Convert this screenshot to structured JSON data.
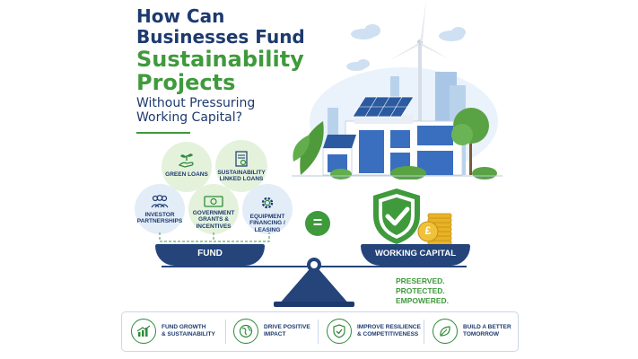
{
  "title": {
    "line1": "How Can",
    "line2": "Businesses Fund",
    "line3": "Sustainability",
    "line4": "Projects",
    "line5": "Without Pressuring",
    "line6": "Working Capital?"
  },
  "options": [
    {
      "label_line1": "GREEN LOANS",
      "label_line2": "",
      "icon": "plant-hand-icon"
    },
    {
      "label_line1": "SUSTAINABILITY",
      "label_line2": "LINKED LOANS",
      "icon": "document-icon"
    },
    {
      "label_line1": "INVESTOR",
      "label_line2": "PARTNERSHIPS",
      "icon": "people-icon"
    },
    {
      "label_line1": "GOVERNMENT",
      "label_line2": "GRANTS &",
      "label_line3": "INCENTIVES",
      "icon": "money-icon"
    },
    {
      "label_line1": "EQUIPMENT",
      "label_line2": "FINANCING /",
      "label_line3": "LEASING",
      "icon": "gear-icon"
    }
  ],
  "scale": {
    "left_label": "FUND",
    "right_label": "WORKING CAPITAL",
    "equals": "=",
    "currency_symbol": "£"
  },
  "tagline": {
    "line1": "PRESERVED.",
    "line2": "PROTECTED.",
    "line3": "EMPOWERED."
  },
  "benefits": [
    {
      "line1": "FUND GROWTH",
      "line2": "& SUSTAINABILITY",
      "icon": "growth-chart-icon"
    },
    {
      "line1": "DRIVE POSITIVE",
      "line2": "IMPACT",
      "icon": "globe-icon"
    },
    {
      "line1": "IMPROVE RESILIENCE",
      "line2": "& COMPETITIVENESS",
      "icon": "shield-check-icon"
    },
    {
      "line1": "BUILD A BETTER",
      "line2": "TOMORROW",
      "icon": "leaf-icon"
    }
  ],
  "colors": {
    "navy": "#1d3a6e",
    "green": "#3f9a3c",
    "light_green": "#e4f2dc",
    "light_blue": "#e3edf8",
    "gold": "#e7b325"
  }
}
